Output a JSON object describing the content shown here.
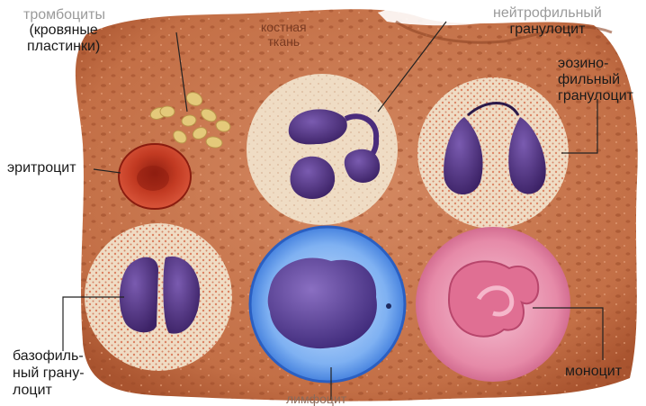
{
  "labels": {
    "platelets": [
      "тромбоциты",
      "(кровяные",
      "пластинки)"
    ],
    "bone_tissue": [
      "костная",
      "ткань"
    ],
    "neutrophil": [
      "нейтрофильный",
      "гранулоцит"
    ],
    "eosinophil": [
      "эозино-",
      "фильный",
      "гранулоцит"
    ],
    "erythrocyte": "эритроцит",
    "basophil": [
      "базофиль-",
      "ный грану-",
      "лоцит"
    ],
    "lymphocyte": "лимфоцит",
    "monocyte": "моноцит"
  },
  "colors": {
    "tissue": "#c9794f",
    "tissue_dark": "#a9542f",
    "pale_disc": "#efdcc4",
    "nucleus_purple": "#4a2c7c",
    "rbc": "#c23a22",
    "platelet": "#e4c97a",
    "lymph_ring": "#3b7fe0",
    "monocyte_pink": "#e88aaa"
  }
}
